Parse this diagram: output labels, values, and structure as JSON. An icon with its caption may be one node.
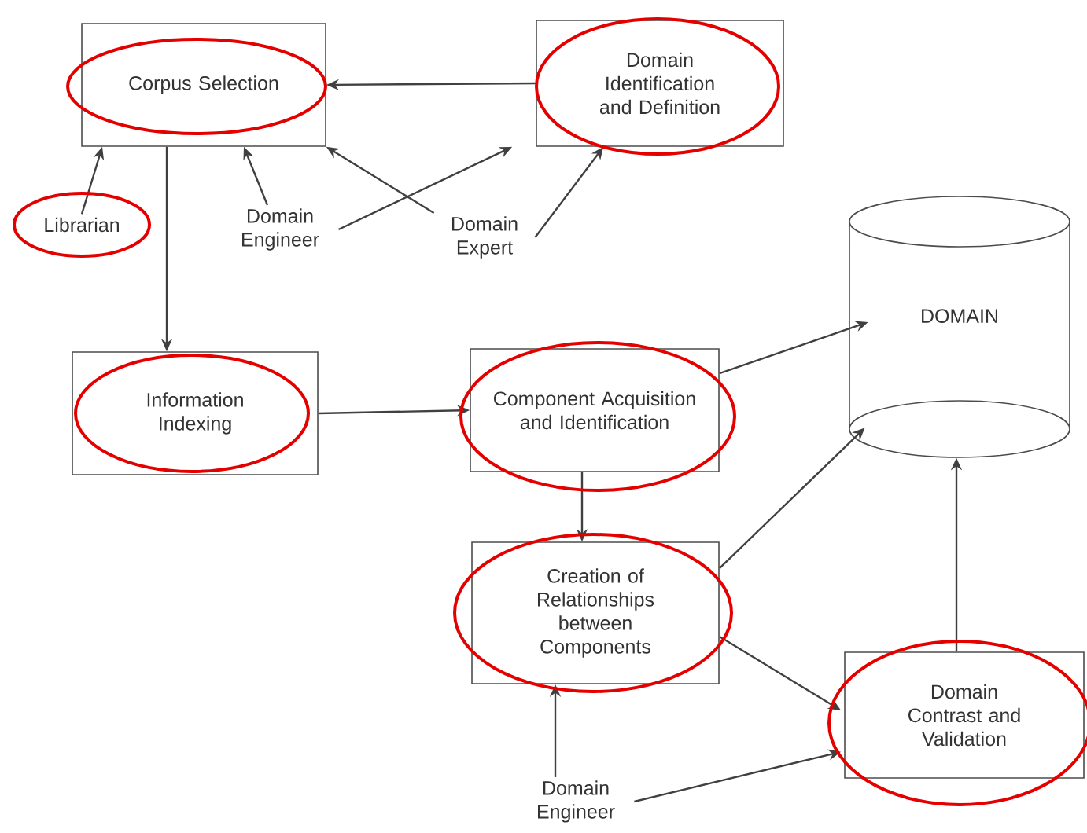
{
  "diagram": {
    "nodes": [
      {
        "text": [
          "Corpus Selection"
        ]
      },
      {
        "text": [
          "Domain Identification and Definition"
        ]
      },
      {
        "text": [
          "Librarian"
        ]
      },
      {
        "text": [
          "Domain Engineer"
        ]
      },
      {
        "text": [
          "Domain Expert"
        ]
      },
      {
        "text": [
          "DOMAIN"
        ]
      },
      {
        "text": [
          "Information Indexing"
        ]
      },
      {
        "text": [
          "Component Acquisition and Identification"
        ]
      },
      {
        "text": [
          "Creation of Relationships between Components"
        ]
      },
      {
        "text": [
          "Domain Contrast and Validation"
        ]
      },
      {
        "text": [
          "Domain Engineer"
        ]
      }
    ],
    "edges": [
      {
        "from": 1,
        "to": 0,
        "arrow": "to"
      },
      {
        "from": 0,
        "to": 6,
        "arrow": "to"
      },
      {
        "from": 2,
        "to": 0,
        "arrow": "to"
      },
      {
        "from": 3,
        "to": 0,
        "arrow": "to"
      },
      {
        "from": 3,
        "to": 1,
        "arrow": "to"
      },
      {
        "from": 4,
        "to": 0,
        "arrow": "to"
      },
      {
        "from": 4,
        "to": 1,
        "arrow": "to"
      },
      {
        "from": 6,
        "to": 7,
        "arrow": "to"
      },
      {
        "from": 7,
        "to": 5,
        "arrow": "to"
      },
      {
        "from": 7,
        "to": 8,
        "arrow": "to"
      },
      {
        "from": 8,
        "to": 5,
        "arrow": "to"
      },
      {
        "from": 8,
        "to": 9,
        "arrow": "to"
      },
      {
        "from": 9,
        "to": 5,
        "arrow": "to"
      },
      {
        "from": 10,
        "to": 8,
        "arrow": "to"
      },
      {
        "from": 10,
        "to": 9,
        "arrow": "to"
      }
    ]
  }
}
